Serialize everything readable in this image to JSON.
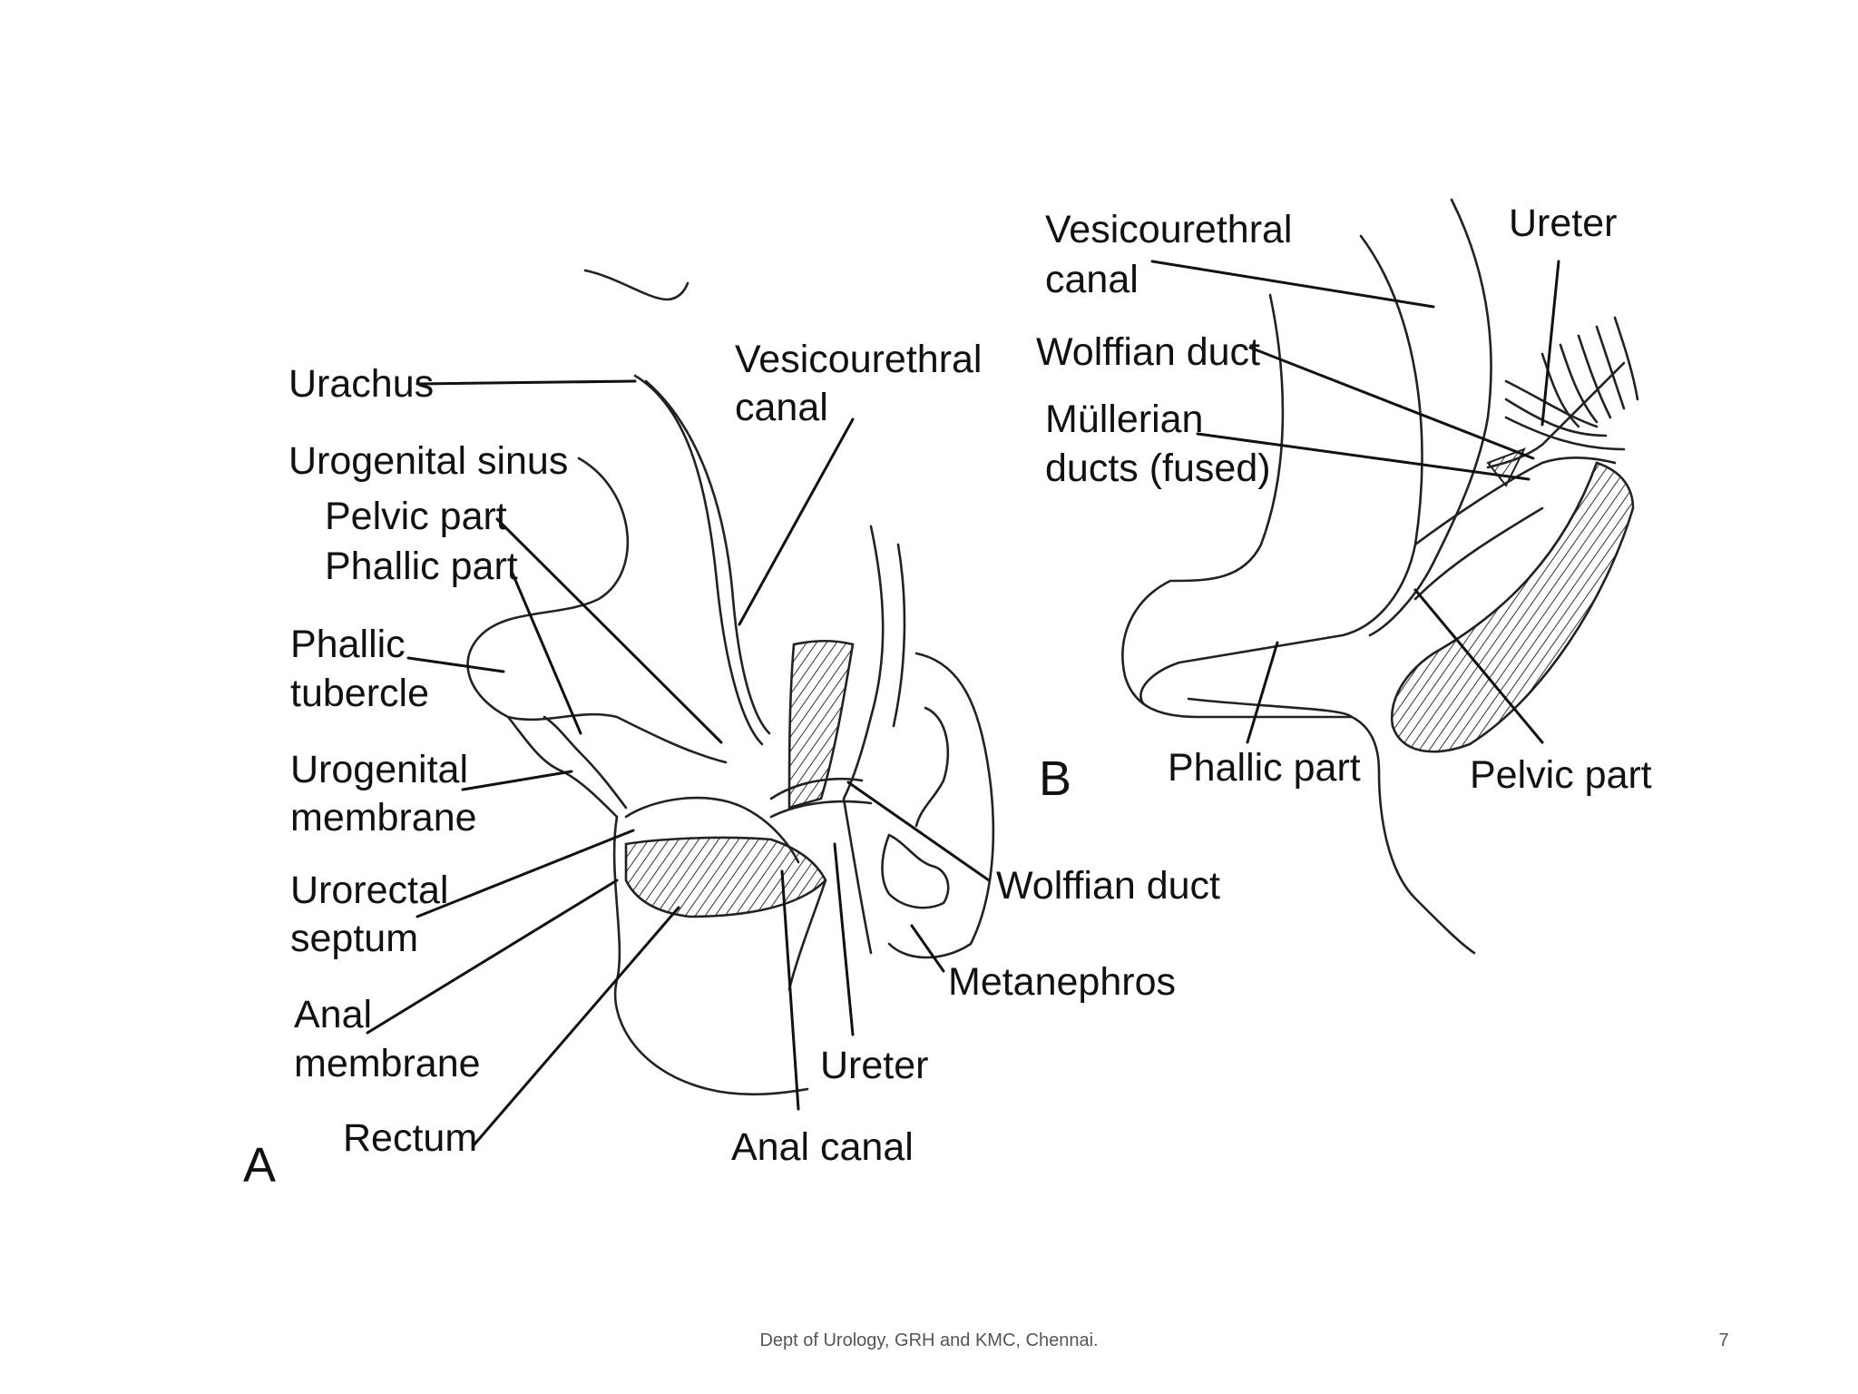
{
  "panel_a": {
    "letter": "A",
    "labels": {
      "urachus": "Urachus",
      "urogenital_sinus": "Urogenital sinus",
      "pelvic_part": "Pelvic part",
      "phallic_part": "Phallic part",
      "phallic_tubercle": [
        "Phallic",
        "tubercle"
      ],
      "urogenital_membrane": [
        "Urogenital",
        "membrane"
      ],
      "urorectal_septum": [
        "Urorectal",
        "septum"
      ],
      "anal_membrane": [
        "Anal",
        "membrane"
      ],
      "rectum": "Rectum",
      "vesicourethral_canal": [
        "Vesicourethral",
        "canal"
      ],
      "wolffian_duct": "Wolffian duct",
      "metanephros": "Metanephros",
      "ureter": "Ureter",
      "anal_canal": "Anal canal"
    }
  },
  "panel_b": {
    "letter": "B",
    "labels": {
      "vesicourethral_canal": [
        "Vesicourethral",
        "canal"
      ],
      "ureter": "Ureter",
      "wolffian_duct": "Wolffian duct",
      "mullerian_ducts": [
        "Müllerian",
        "ducts (fused)"
      ],
      "phallic_part": "Phallic part",
      "pelvic_part": "Pelvic part"
    }
  },
  "footer": {
    "text": "Dept of Urology, GRH and KMC, Chennai.",
    "page_number": "7"
  }
}
